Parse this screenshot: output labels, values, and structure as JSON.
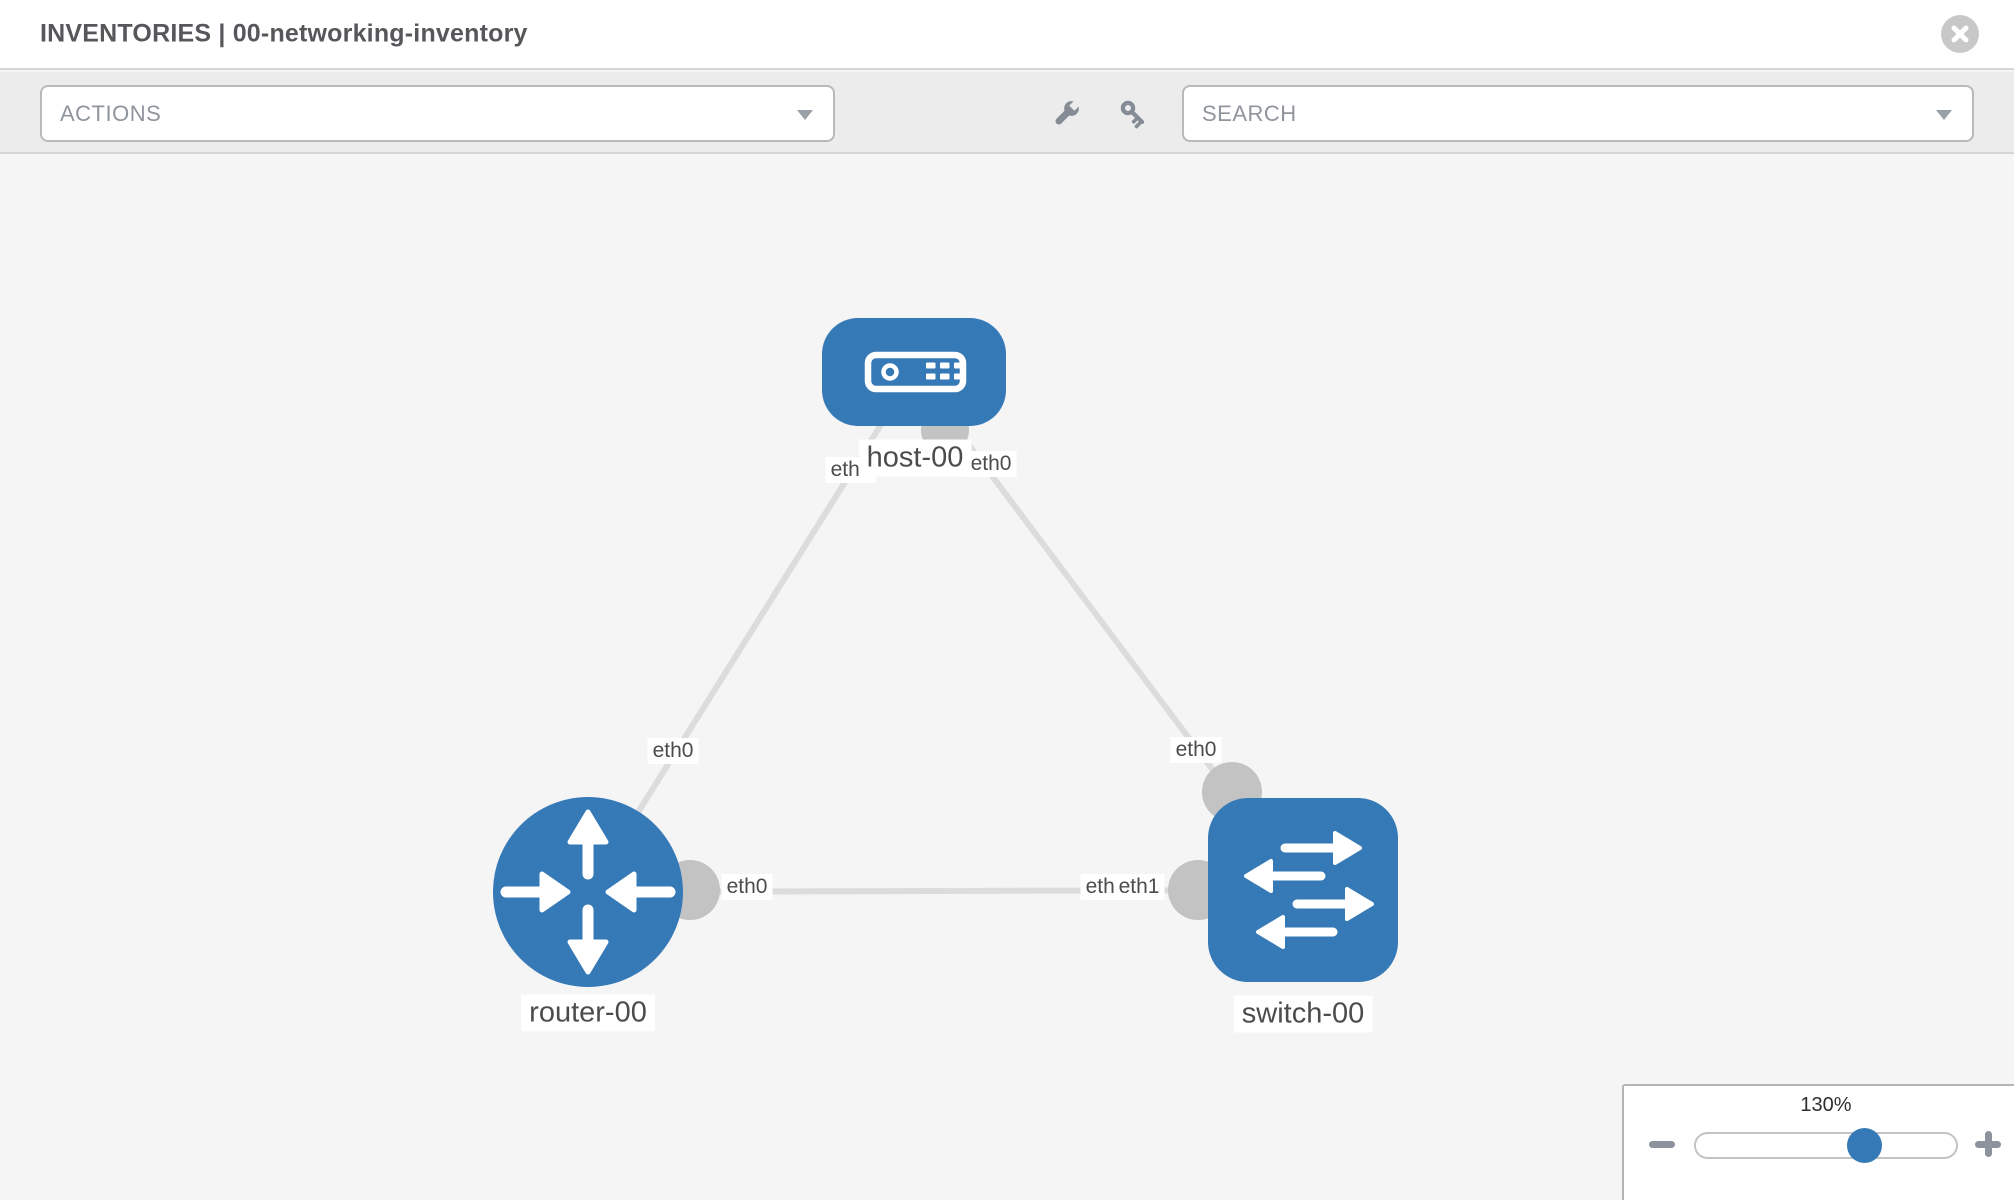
{
  "header": {
    "title": "INVENTORIES | 00-networking-inventory",
    "close_icon": "circle-x-icon"
  },
  "toolbar": {
    "actions_dropdown": {
      "label": "ACTIONS"
    },
    "search_dropdown": {
      "label": "SEARCH"
    },
    "icons": [
      "wrench-icon",
      "key-icon"
    ]
  },
  "topology": {
    "nodes": [
      {
        "name": "host-00",
        "type": "host",
        "icon": "server-icon",
        "shape": "rounded-rect"
      },
      {
        "name": "router-00",
        "type": "router",
        "icon": "router-arrows-icon",
        "shape": "circle"
      },
      {
        "name": "switch-00",
        "type": "switch",
        "icon": "switch-arrows-icon",
        "shape": "rounded-square"
      }
    ],
    "links": [
      {
        "from": "host-00",
        "to": "router-00",
        "from_interface": "eth0",
        "to_interface": "eth0"
      },
      {
        "from": "host-00",
        "to": "switch-00",
        "from_interface": "eth0",
        "to_interface": "eth0"
      },
      {
        "from": "router-00",
        "to": "switch-00",
        "from_interface": "eth0",
        "to_interface": "eth1",
        "overlapped_interface": "eth0"
      }
    ]
  },
  "zoom_control": {
    "percent": "130%",
    "minus_icon": "minus-icon",
    "plus_icon": "plus-icon",
    "thumb_position_pct": 66
  },
  "colors": {
    "node_blue": "#3679b7",
    "link_gray": "#dcdcdc",
    "interface_gray": "#c3c3c3",
    "canvas_bg": "#f5f5f5",
    "toolbar_bg": "#ececec"
  }
}
